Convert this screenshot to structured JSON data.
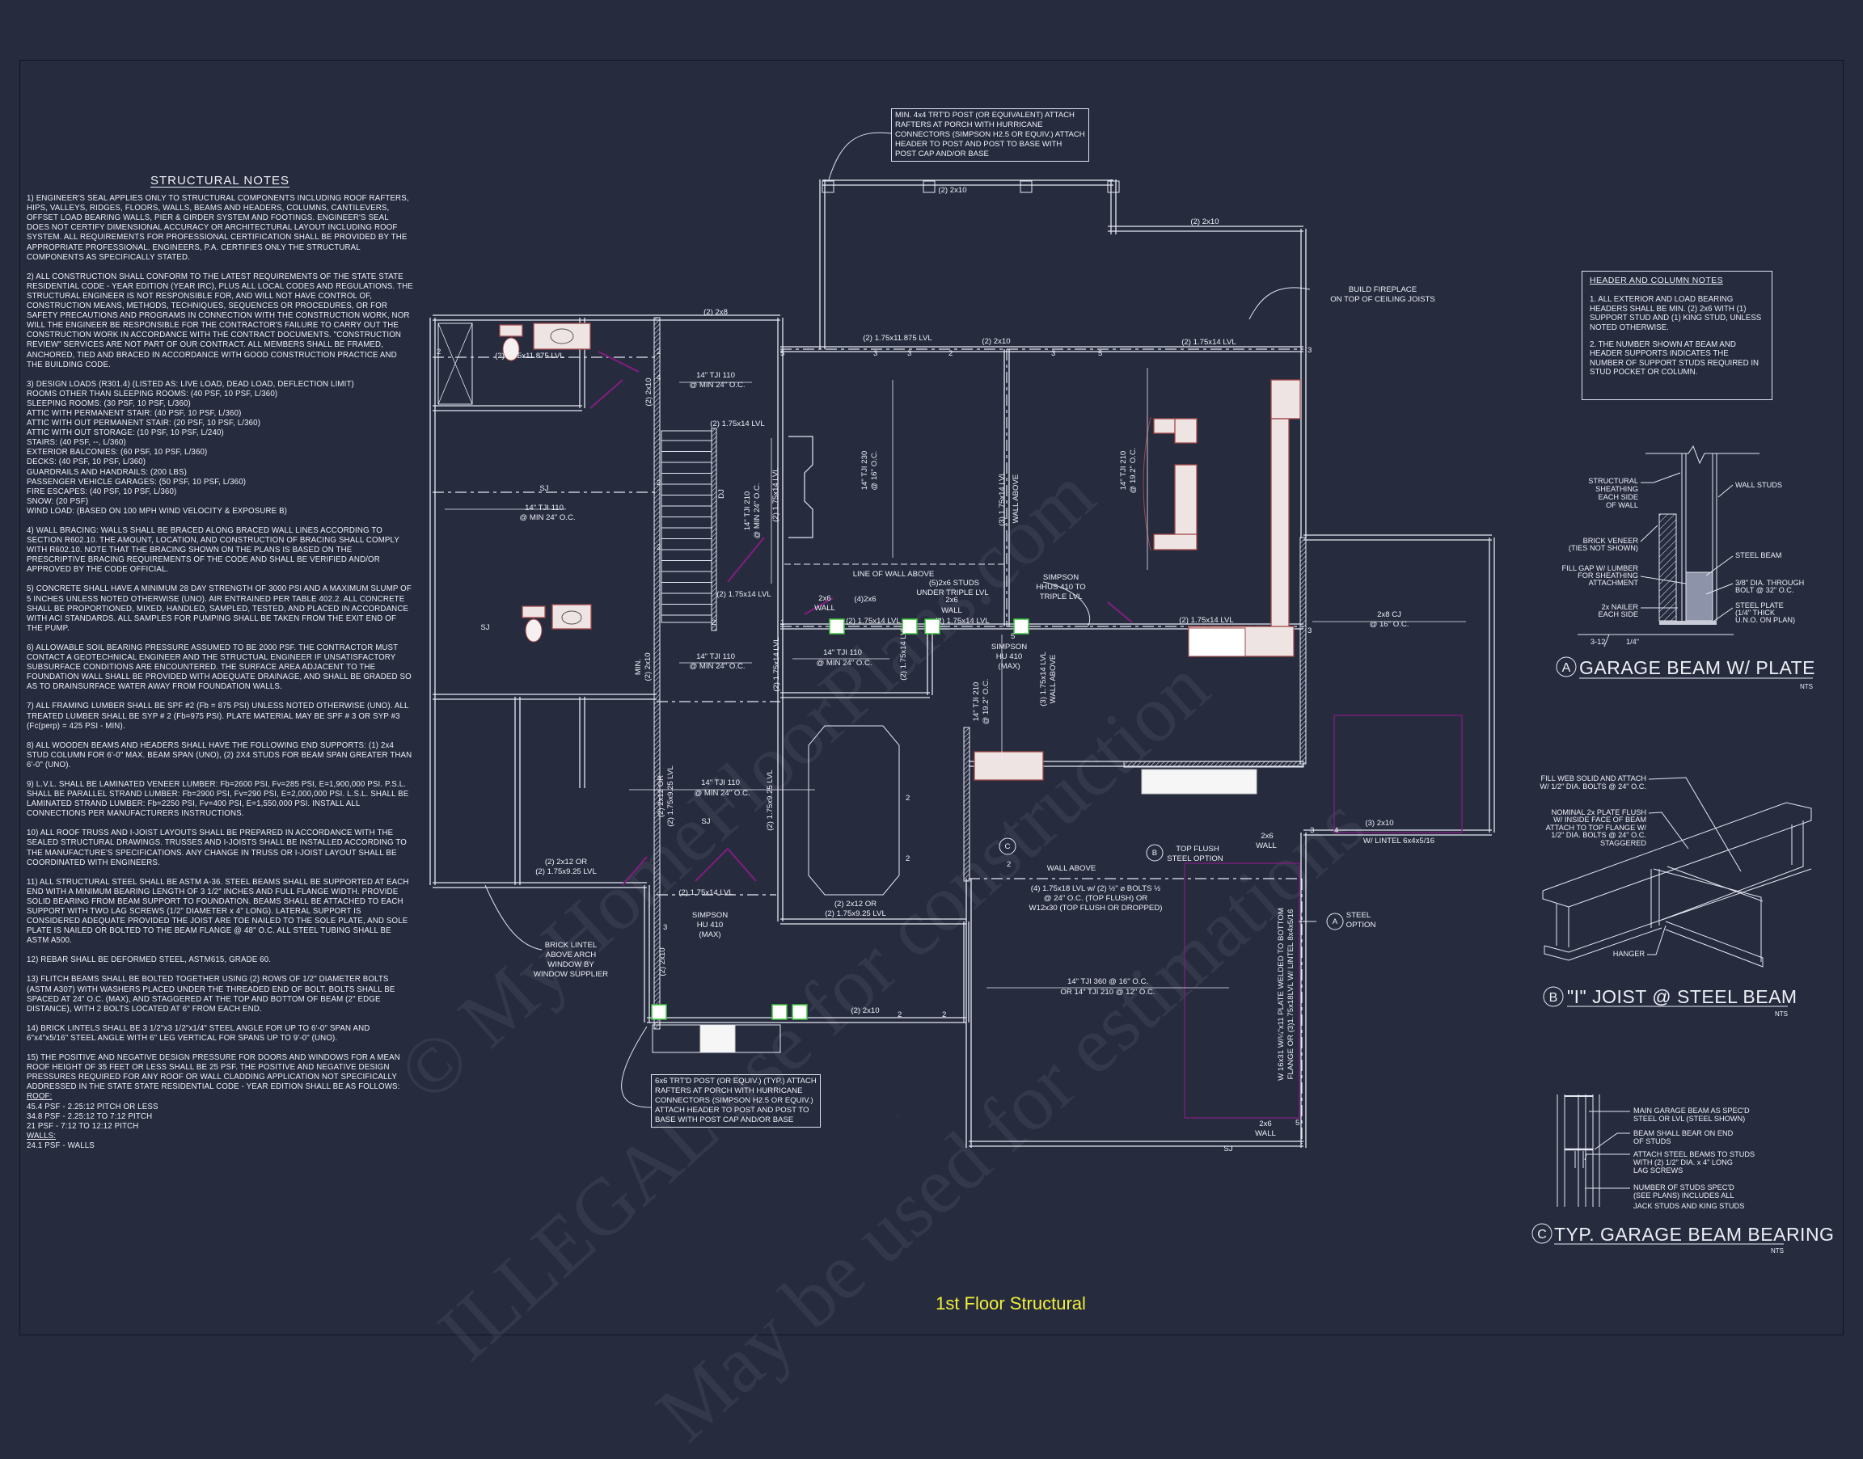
{
  "colors": {
    "background": "#262b3e",
    "linework": "#eef0f6",
    "title": "#f2f03a",
    "door_swing": "#7a1f7a",
    "column": "#3cc43c",
    "fixture_fill": "#efe4e4",
    "fixture_stroke": "#a04848"
  },
  "caption": "1st Floor Structural",
  "watermark": [
    "© MyHomeFloorPlans.com",
    "ILLEGAL use for construction",
    "May be used for estimations"
  ],
  "structural_notes": {
    "title": "STRUCTURAL NOTES",
    "notes": [
      {
        "text": "1) ENGINEER'S SEAL APPLIES ONLY TO STRUCTURAL COMPONENTS INCLUDING ROOF RAFTERS, HIPS, VALLEYS, RIDGES, FLOORS, WALLS, BEAMS AND HEADERS, COLUMNS, CANTILEVERS, OFFSET LOAD BEARING WALLS, PIER & GIRDER SYSTEM AND FOOTINGS.  ENGINEER'S SEAL DOES NOT CERTIFY DIMENSIONAL ACCURACY OR ARCHITECTURAL LAYOUT INCLUDING ROOF SYSTEM. ALL REQUIREMENTS FOR PROFESSIONAL CERTIFICATION SHALL BE PROVIDED BY THE APPROPRIATE PROFESSIONAL.  ENGINEERS, P.A. CERTIFIES ONLY THE STRUCTURAL COMPONENTS AS SPECIFICALLY STATED."
      },
      {
        "text": "2) ALL CONSTRUCTION SHALL CONFORM TO THE LATEST REQUIREMENTS OF THE STATE STATE RESIDENTIAL CODE - YEAR EDITION (YEAR IRC), PLUS ALL LOCAL CODES AND REGULATIONS. THE STRUCTURAL ENGINEER IS NOT RESPONSIBLE FOR, AND WILL NOT HAVE CONTROL OF, CONSTRUCTION MEANS, METHODS, TECHNIQUES, SEQUENCES OR PROCEDURES, OR FOR SAFETY PRECAUTIONS AND PROGRAMS IN CONNECTION WITH THE CONSTRUCTION WORK, NOR WILL THE ENGINEER BE RESPONSIBLE FOR THE CONTRACTOR'S FAILURE TO CARRY OUT THE CONSTRUCTION WORK IN ACCORDANCE WITH THE CONTRACT DOCUMENTS. \"CONSTRUCTION REVIEW\" SERVICES ARE NOT PART OF OUR CONTRACT. ALL MEMBERS SHALL BE FRAMED, ANCHORED, TIED AND BRACED IN ACCORDANCE WITH GOOD CONSTRUCTION PRACTICE AND THE BUILDING CODE."
      },
      {
        "text": "3) DESIGN LOADS (R301.4) (LISTED AS: LIVE LOAD, DEAD LOAD, DEFLECTION LIMIT)",
        "items": [
          "ROOMS OTHER THAN SLEEPING ROOMS: (40 PSF, 10 PSF, L/360)",
          "SLEEPING ROOMS: (30 PSF, 10 PSF, L/360)",
          "ATTIC WITH PERMANENT STAIR: (40 PSF, 10 PSF, L/360)",
          "ATTIC WITH OUT PERMANENT STAIR: (20 PSF, 10 PSF, L/360)",
          "ATTIC WITH OUT STORAGE: (10 PSF, 10 PSF, L/240)",
          "STAIRS: (40 PSF, --, L/360)",
          "EXTERIOR BALCONIES: (60 PSF, 10 PSF, L/360)",
          "DECKS: (40 PSF, 10 PSF, L/360)",
          "GUARDRAILS AND HANDRAILS: (200 LBS)",
          "PASSENGER VEHICLE GARAGES: (50 PSF, 10 PSF, L/360)",
          "FIRE ESCAPES: (40 PSF, 10 PSF, L/360)",
          "SNOW: (20      PSF)",
          "WIND LOAD: (BASED ON 100 MPH WIND VELOCITY & EXPOSURE B)"
        ]
      },
      {
        "text": "4) WALL BRACING:  WALLS SHALL BE BRACED ALONG BRACED WALL LINES ACCORDING TO SECTION R602.10. THE AMOUNT, LOCATION, AND CONSTRUCTION OF BRACING SHALL COMPLY WITH R602.10. NOTE THAT THE BRACING SHOWN ON THE PLANS IS BASED ON THE PRESCRIPTIVE BRACING REQUIREMENTS OF THE CODE AND SHALL BE VERIFIED AND/OR APPROVED BY THE CODE OFFICIAL."
      },
      {
        "text": "5) CONCRETE SHALL HAVE A MINIMUM 28 DAY STRENGTH OF 3000 PSI AND A MAXIMUM SLUMP OF 5 INCHES UNLESS NOTED OTHERWISE (UNO). AIR ENTRAINED PER TABLE 402.2. ALL CONCRETE SHALL BE PROPORTIONED, MIXED, HANDLED, SAMPLED, TESTED, AND PLACED IN ACCORDANCE WITH ACI STANDARDS. ALL SAMPLES FOR PUMPING SHALL BE TAKEN FROM THE EXIT END OF THE PUMP."
      },
      {
        "text": "6) ALLOWABLE SOIL BEARING PRESSURE ASSUMED TO BE 2000 PSF. THE CONTRACTOR MUST CONTACT A GEOTECHNICAL ENGINEER AND THE STRUCTUAL ENGINEER IF UNSATISFACTORY SUBSURFACE CONDITIONS ARE ENCOUNTERED. THE SURFACE AREA ADJACENT TO THE FOUNDATION WALL SHALL BE PROVIDED WITH ADEQUATE DRAINAGE, AND SHALL BE GRADED SO AS TO DRAINSURFACE WATER AWAY FROM FOUNDATION WALLS."
      },
      {
        "text": "7) ALL FRAMING LUMBER SHALL BE SPF #2 (Fb = 875 PSI) UNLESS NOTED OTHERWISE (UNO). ALL TREATED LUMBER SHALL BE SYP # 2 (Fb=975 PSI). PLATE MATERIAL MAY BE SPF # 3 OR SYP #3 (Fc(perp) = 425 PSI - MIN)."
      },
      {
        "text": "8) ALL WOODEN BEAMS AND HEADERS SHALL HAVE THE FOLLOWING END SUPPORTS: (1) 2x4 STUD COLUMN FOR 6'-0\" MAX. BEAM SPAN (UNO), (2) 2X4 STUDS FOR BEAM SPAN GREATER THAN 6'-0\" (UNO)."
      },
      {
        "text": "9) L.V.L.  SHALL BE LAMINATED VENEER LUMBER: Fb=2600 PSI, Fv=285 PSI, E=1,900,000  PSI. P.S.L.  SHALL BE PARALLEL STRAND LUMBER: Fb=2900 PSI, Fv=290 PSI, E=2,000,000 PSI. L.S.L.  SHALL BE LAMINATED STRAND LUMBER: Fb=2250 PSI, Fv=400 PSI, E=1,550,000 PSI. INSTALL ALL CONNECTIONS PER MANUFACTURERS INSTRUCTIONS."
      },
      {
        "text": "10) ALL ROOF TRUSS AND I-JOIST LAYOUTS SHALL BE PREPARED IN ACCORDANCE WITH THE SEALED STRUCTURAL DRAWINGS. TRUSSES AND I-JOISTS SHALL BE INSTALLED ACCORDING TO THE MANUFACTURE'S SPECIFICATIONS. ANY CHANGE IN TRUSS OR I-JOIST LAYOUT SHALL BE COORDINATED WITH  ENGINEERS."
      },
      {
        "text": "11) ALL STRUCTURAL STEEL SHALL BE ASTM A-36. STEEL BEAMS SHALL BE SUPPORTED AT EACH END WITH A MINIMUM BEARING LENGTH OF 3 1/2\" INCHES AND FULL FLANGE WIDTH. PROVIDE SOLID BEARING FROM BEAM SUPPORT TO FOUNDATION.  BEAMS SHALL BE ATTACHED TO EACH SUPPORT WITH TWO LAG SCREWS (1/2\" DIAMETER x 4\" LONG). LATERAL SUPPORT IS CONSIDERED ADEQUATE PROVIDED THE JOIST ARE TOE NAILED TO THE SOLE PLATE, AND SOLE PLATE IS NAILED OR BOLTED TO THE BEAM FLANGE @ 48\" O.C. ALL STEEL TUBING SHALL BE ASTM A500."
      },
      {
        "text": "12) REBAR SHALL BE DEFORMED STEEL, ASTM615, GRADE 60."
      },
      {
        "text": "13) FLITCH BEAMS SHALL BE BOLTED TOGETHER USING (2) ROWS OF 1/2\" DIAMETER BOLTS (ASTM A307) WITH WASHERS PLACED UNDER THE THREADED END OF BOLT.  BOLTS SHALL BE SPACED AT 24\" O.C. (MAX), AND STAGGERED AT THE TOP AND BOTTOM OF BEAM (2\" EDGE DISTANCE), WITH 2 BOLTS LOCATED AT 6\" FROM EACH END."
      },
      {
        "text": "14) BRICK LINTELS SHALL BE 3 1/2\"x3 1/2\"x1/4\" STEEL ANGLE FOR UP TO 6'-0\" SPAN AND 6\"x4\"x5/16\" STEEL ANGLE WITH 6\" LEG VERTICAL FOR SPANS UP TO 9'-0\" (UNO)."
      },
      {
        "text": "15) THE POSITIVE AND NEGATIVE DESIGN PRESSURE FOR DOORS AND WINDOWS FOR A MEAN ROOF HEIGHT OF 35 FEET OR LESS SHALL BE 25 PSF. THE POSITIVE AND NEGATIVE DESIGN PRESSURES REQUIRED FOR ANY ROOF OR WALL CLADDING APPLICATION NOT SPECIFICALLY ADDRESSED IN THE STATE STATE RESIDENTIAL CODE - YEAR EDITION SHALL BE AS FOLLOWS:",
        "items": [
          "ROOF:",
          "45.4 PSF - 2.25:12 PITCH OR LESS",
          "34.8 PSF - 2.25:12 TO 7:12 PITCH",
          "21 PSF - 7:12 TO 12:12 PITCH",
          "WALLS:",
          "24.1 PSF - WALLS"
        ]
      }
    ]
  },
  "header_notes": {
    "title": "HEADER AND COLUMN NOTES",
    "notes": [
      "1. ALL EXTERIOR AND LOAD BEARING HEADERS SHALL BE MIN. (2) 2x6 WITH (1) SUPPORT STUD AND (1) KING STUD, UNLESS NOTED OTHERWISE.",
      "2. THE NUMBER SHOWN AT BEAM AND HEADER SUPPORTS INDICATES THE NUMBER OF SUPPORT STUDS REQUIRED IN STUD POCKET OR COLUMN."
    ]
  },
  "callouts": {
    "top_porch": [
      "MIN. 4x4 TRT'D POST (OR EQUIVALENT) ATTACH",
      "RAFTERS AT PORCH WITH HURRICANE",
      "CONNECTORS (SIMPSON H2.5 OR EQUIV.) ATTACH",
      "HEADER TO POST AND POST TO BASE WITH",
      "POST CAP AND/OR BASE"
    ],
    "bottom_porch": [
      "6x6 TRT'D POST (OR EQUIV.) (TYP.) ATTACH",
      "RAFTERS AT PORCH WITH HURRICANE",
      "CONNECTORS (SIMPSON H2.5 OR EQUIV.)",
      "ATTACH HEADER TO POST AND POST TO",
      "BASE WITH POST CAP AND/OR BASE"
    ]
  },
  "plan": {
    "labels": [
      "(2) 2x8",
      "(2) 1.75x11.875 LVL",
      "(2) 2x10",
      "14\" TJI 110",
      "@ MIN 24\" O.C.",
      "(2) 1.75x14 LVL",
      "DJ",
      "14\" TJI 210",
      "@ MIN 24\" O.C.",
      "(2) 1.75x14 LVL",
      "SJ",
      "14\" TJI 110",
      "@ MIN 24\" O.C.",
      "(2) 1.75x14 LVL",
      "SJ",
      "MIN.",
      "(2) 2x10",
      "14\" TJI 110",
      "@ MIN 24\" O.C.",
      "(2) 1.75x14 LVL",
      "(2) 1.75x11.875 LVL",
      "(2) 2x10",
      "(2) 1.75x14 LVL",
      "(2) 2x10",
      "(2) 2x10",
      "BUILD FIREPLACE",
      "ON TOP OF CEILING JOISTS",
      "14\" TJI 230",
      "@ 16\" O.C.",
      "(3) 1.75x14 LVL",
      "WALL ABOVE",
      "14\" TJI 210",
      "@ 19.2\" O.C.",
      "LINE OF WALL ABOVE",
      "(5)2x6 STUDS",
      "UNDER TRIPLE LVL",
      "2x6",
      "WALL",
      "(4)2x6",
      "(2) 1.75x14 LVL",
      "(2) 1.75x14 LVL",
      "2x6",
      "WALL",
      "SIMPSON",
      "HHUS 410 TO",
      "TRIPLE LVL",
      "(2) 1.75x14 LVL",
      "14\" TJI 110",
      "@ MIN 24\" O.C.",
      "(2) 1.75x14 LVL",
      "SIMPSON",
      "HU 410",
      "(MAX)",
      "14\" TJI 210",
      "@ 19.2\" O.C.",
      "(3) 1.75x14 LVL",
      "WALL ABOVE",
      "2x8 CJ",
      "@ 16\" O.C.",
      "14\" TJI 110",
      "@ MIN 24\" O.C.",
      "(2) 2x12 OR",
      "(2) 1.75x9.25 LVL",
      "SJ",
      "(2) 1.75x9.25 LVL",
      "(2) 1.75x14 LVL",
      "SIMPSON",
      "HU 410",
      "(MAX)",
      "(2) 2x12 OR",
      "(2) 1.75x9.25 LVL",
      "(2) 2x12 OR",
      "(2) 1.75x9.25 LVL",
      "(2) 2x10",
      "(2) 2x10",
      "BRICK LINTEL",
      "ABOVE ARCH",
      "WINDOW BY",
      "WINDOW SUPPLIER",
      "WALL ABOVE",
      "(4) 1.75x18 LVL w/ (2) ½\" ⌀ BOLTS ½",
      "@ 24\" O.C. (TOP FLUSH) OR",
      "W12x30 (TOP FLUSH OR DROPPED)",
      "TOP FLUSH",
      "STEEL OPTION",
      "B",
      "C",
      "2x6",
      "WALL",
      "(3) 2x10",
      "W/ LINTEL 6x4x5/16",
      "14\" TJI 360 @ 16\" O.C.",
      "OR 14\" TJI 210 @ 12\" O.C.",
      "W 16x31 W/¼\"x11 PLATE WELDED TO BOTTOM",
      "FLANGE OR (3)1.75x18LVL W/ LINTEL 8x4x5/16",
      "A",
      "STEEL",
      "OPTION",
      "2x6",
      "WALL",
      "SJ"
    ],
    "support_counts": [
      "2",
      "2",
      "4",
      "2",
      "2",
      "2",
      "1",
      "5",
      "3",
      "3",
      "2",
      "3",
      "5",
      "3",
      "3",
      "5",
      "2",
      "2",
      "3",
      "3",
      "4",
      "2",
      "2",
      "2",
      "5"
    ]
  },
  "details": {
    "a": {
      "marker": "A",
      "title": "GARAGE BEAM W/ PLATE",
      "scale": "NTS",
      "labels": [
        "STRUCTURAL",
        "SHEATHING",
        "EACH SIDE",
        "OF WALL",
        "WALL STUDS",
        "BRICK VENEER",
        "(TIES NOT SHOWN)",
        "STEEL BEAM",
        "FILL GAP W/ LUMBER",
        "FOR SHEATHING",
        "ATTACHMENT",
        "3/8\" DIA. THROUGH",
        "BOLT @ 32\" O.C.",
        "2x NAILER",
        "EACH SIDE",
        "STEEL PLATE",
        "(1/4\" THICK",
        "U.N.O. ON PLAN)",
        "3-12",
        "1/4\""
      ]
    },
    "b": {
      "marker": "B",
      "title": "\"I\" JOIST @ STEEL BEAM",
      "scale": "NTS",
      "labels": [
        "FILL WEB SOLID AND ATTACH",
        "W/ 1/2\" DIA. BOLTS @ 24\" O.C.",
        "NOMINAL 2x  PLATE FLUSH",
        "W/ INSIDE FACE OF BEAM",
        "ATTACH TO TOP FLANGE W/",
        "1/2\" DIA. BOLTS @ 24\" O.C.",
        "STAGGERED",
        "HANGER"
      ]
    },
    "c": {
      "marker": "C",
      "title": "TYP. GARAGE BEAM BEARING",
      "scale": "NTS",
      "labels": [
        "MAIN GARAGE BEAM AS SPEC'D",
        "STEEL OR LVL (STEEL SHOWN)",
        "BEAM SHALL BEAR ON END",
        "OF STUDS",
        "ATTACH STEEL BEAMS TO STUDS",
        "WITH (2) 1/2\" DIA. x 4\" LONG",
        "LAG SCREWS",
        "NUMBER OF STUDS SPEC'D",
        "(SEE PLANS) INCLUDES ALL",
        "JACK STUDS AND KING STUDS"
      ]
    }
  }
}
